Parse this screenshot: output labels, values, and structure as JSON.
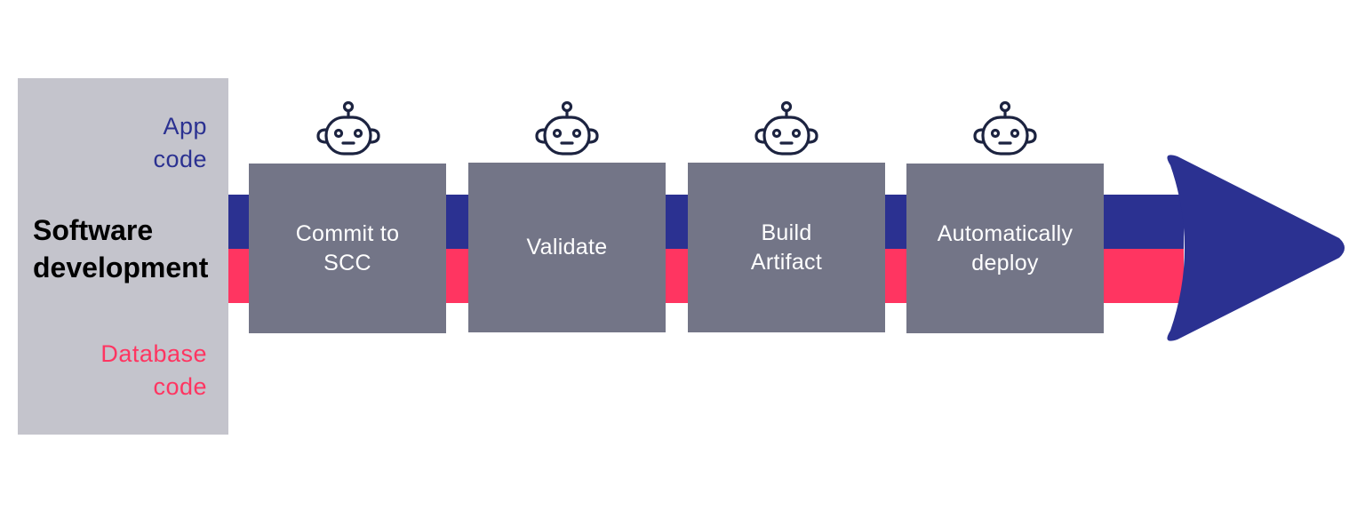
{
  "left_panel": {
    "app_code_label": "App\ncode",
    "title": "Software\ndevelopment",
    "database_code_label": "Database\ncode"
  },
  "steps": [
    {
      "label": "Commit to\nSCC",
      "icon": "robot-icon"
    },
    {
      "label": "Validate",
      "icon": "robot-icon"
    },
    {
      "label": "Build\nArtifact",
      "icon": "robot-icon"
    },
    {
      "label": "Automatically\ndeploy",
      "icon": "robot-icon"
    }
  ],
  "colors": {
    "app_code": "#2b3191",
    "database_code": "#ff3561",
    "step_box": "#737587",
    "panel": "#c4c4cc"
  }
}
